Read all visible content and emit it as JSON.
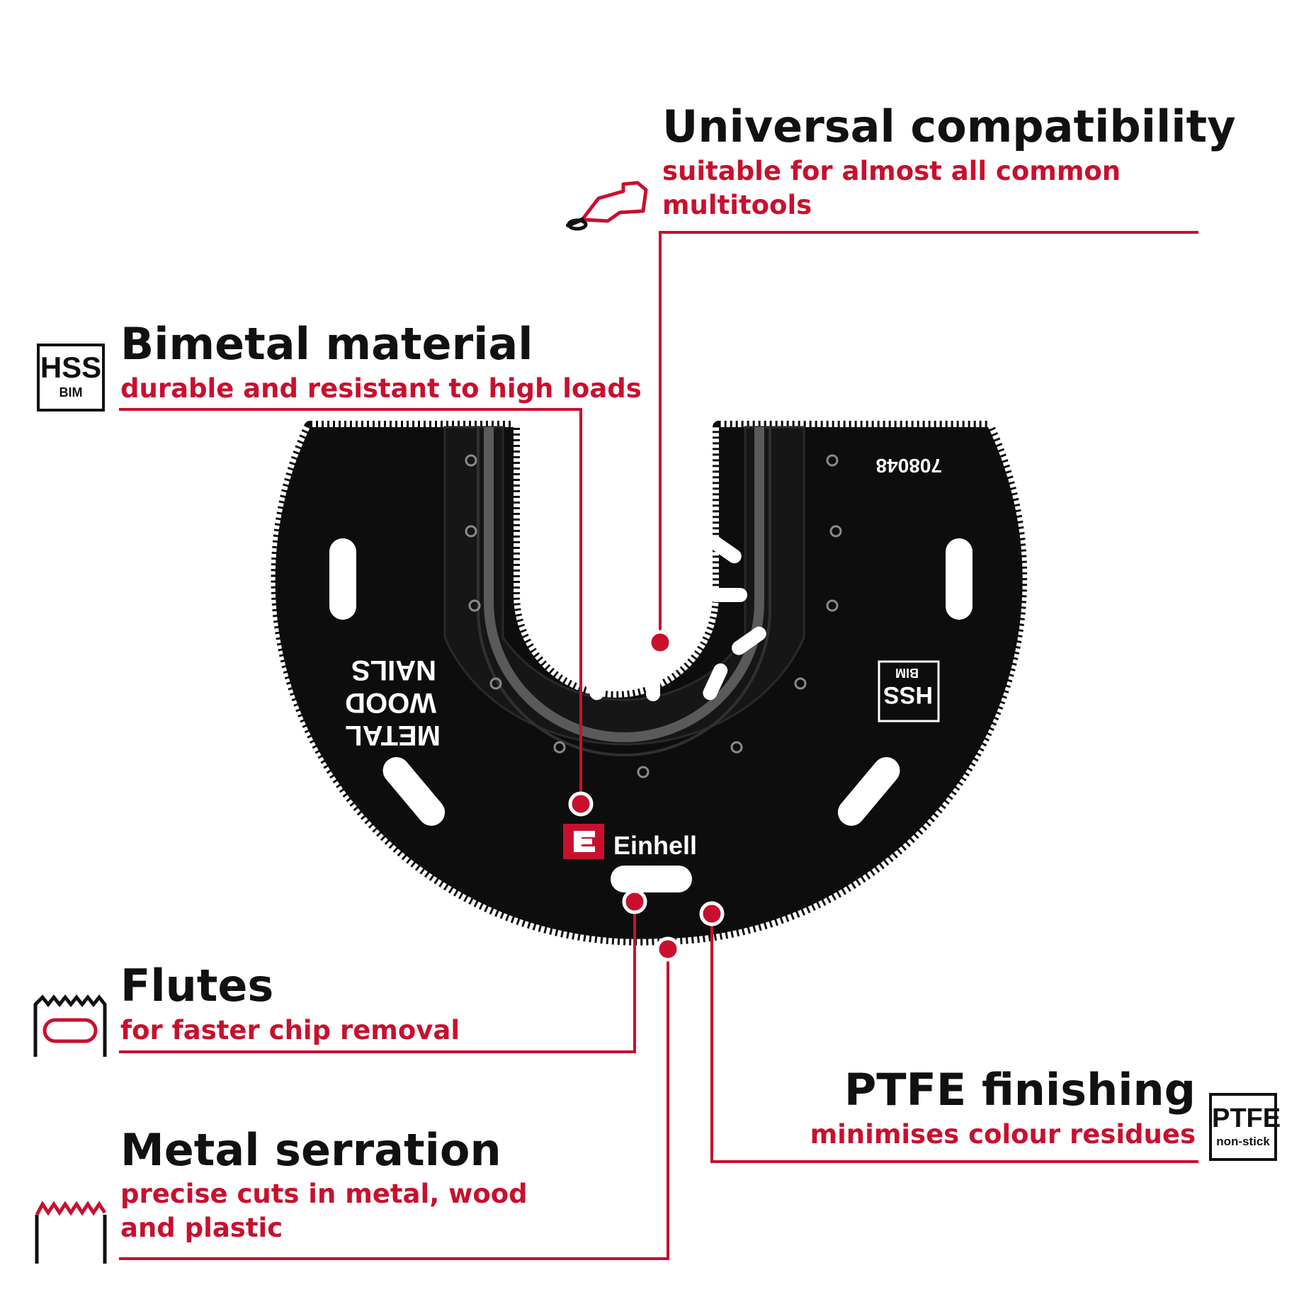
{
  "features": {
    "compatibility": {
      "title": "Universal compatibility",
      "subtitle_lines": [
        "suitable for almost all common",
        "multitools"
      ],
      "icon": "multitool-icon"
    },
    "bimetal": {
      "title": "Bimetal material",
      "subtitle": "durable and resistant to high loads",
      "badge_main": "HSS",
      "badge_sub": "BIM"
    },
    "flutes": {
      "title": "Flutes",
      "subtitle": "for faster chip removal",
      "icon": "flute-slot-icon"
    },
    "ptfe": {
      "title": "PTFE finishing",
      "subtitle": "minimises colour residues",
      "badge_main": "PTFE",
      "badge_sub": "non-stick"
    },
    "serration": {
      "title": "Metal serration",
      "subtitle_lines": [
        "precise cuts in metal, wood",
        "and plastic"
      ],
      "icon": "serration-icon"
    }
  },
  "blade": {
    "brand": "Einhell",
    "article_number": "708048",
    "material_words": [
      "METAL",
      "WOOD",
      "NAILS"
    ],
    "badge_main": "HSS",
    "badge_sub": "BIM"
  },
  "colors": {
    "accent": "#c8102e",
    "text": "#111111",
    "blade": "#0d0d0d",
    "background": "#ffffff"
  }
}
